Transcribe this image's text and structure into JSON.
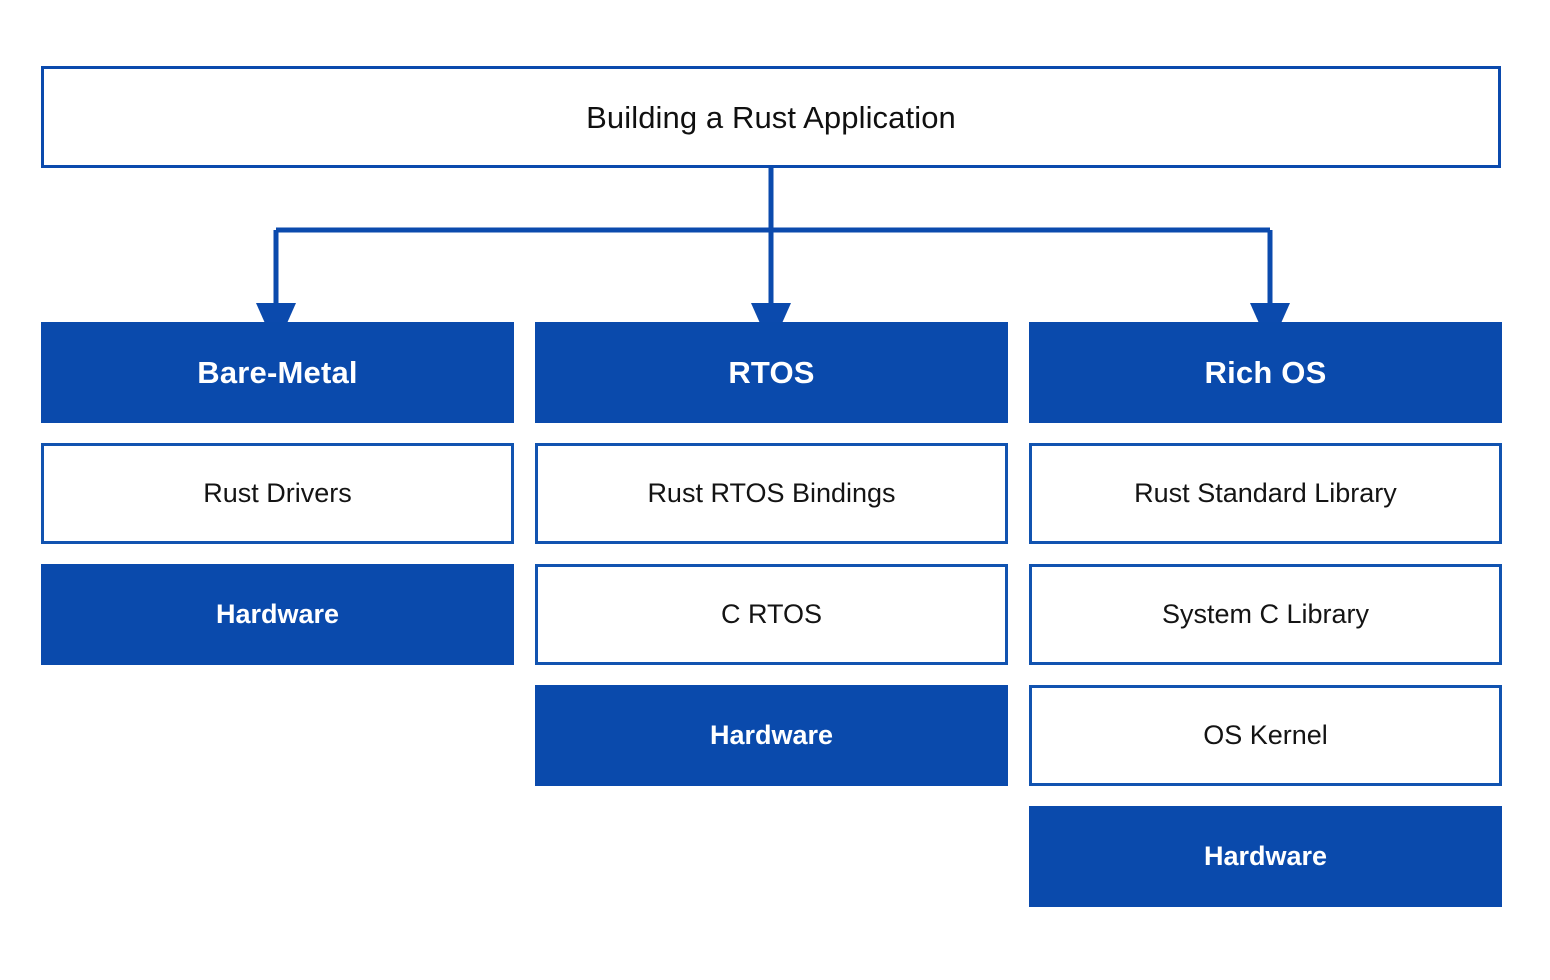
{
  "diagram": {
    "title": "Building a Rust Application",
    "root": {
      "label": "Building a Rust Application"
    },
    "colors": {
      "accent": "#0a4aac",
      "border": "#1153b0",
      "connector": "#0b4aad",
      "text_dark": "#141414",
      "text_light": "#ffffff",
      "background": "#ffffff"
    },
    "columns": [
      {
        "id": "bare-metal",
        "header": "Bare-Metal",
        "layers": [
          {
            "label": "Rust Drivers",
            "style": "plain"
          },
          {
            "label": "Hardware",
            "style": "filled"
          }
        ]
      },
      {
        "id": "rtos",
        "header": "RTOS",
        "layers": [
          {
            "label": "Rust RTOS Bindings",
            "style": "plain"
          },
          {
            "label": "C RTOS",
            "style": "plain"
          },
          {
            "label": "Hardware",
            "style": "filled"
          }
        ]
      },
      {
        "id": "rich-os",
        "header": "Rich OS",
        "layers": [
          {
            "label": "Rust Standard Library",
            "style": "plain"
          },
          {
            "label": "System C Library",
            "style": "plain"
          },
          {
            "label": "OS Kernel",
            "style": "plain"
          },
          {
            "label": "Hardware",
            "style": "filled"
          }
        ]
      }
    ]
  }
}
